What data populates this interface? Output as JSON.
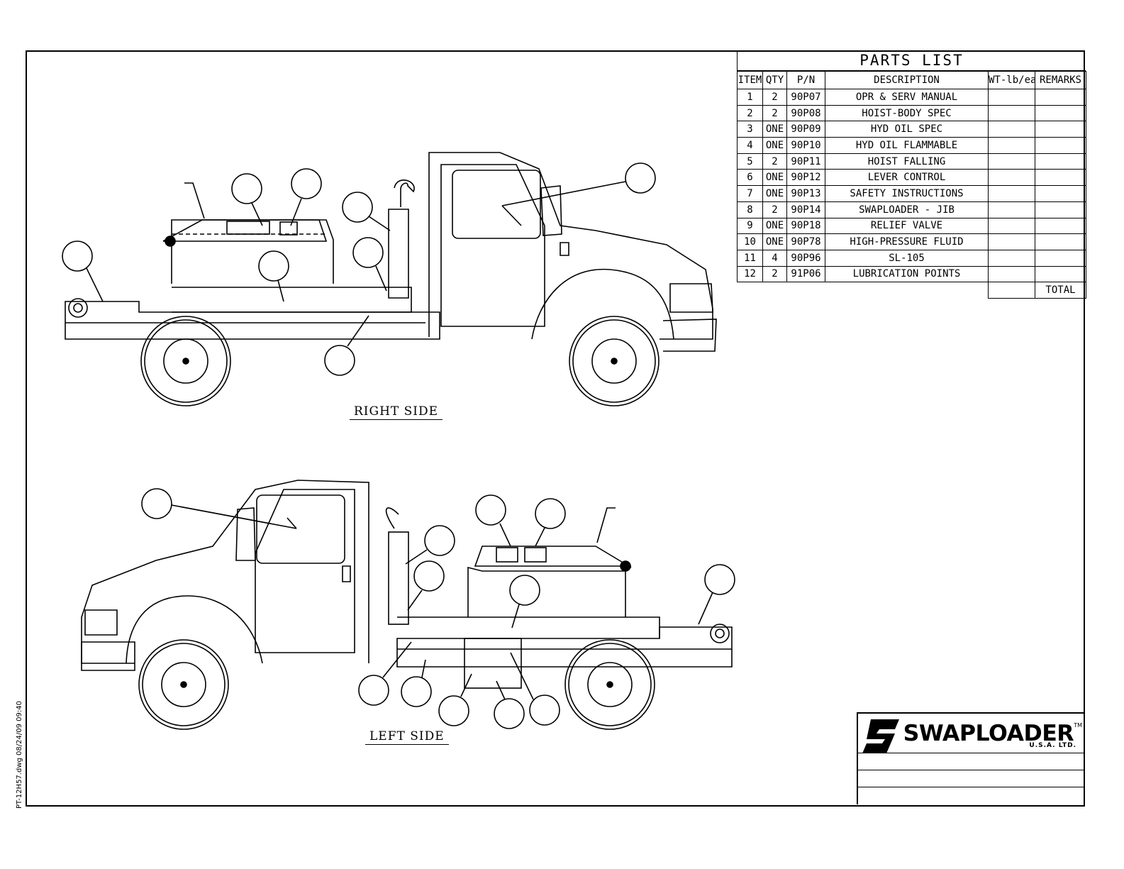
{
  "parts_list": {
    "title": "PARTS LIST",
    "headers": [
      "ITEM",
      "QTY",
      "P/N",
      "DESCRIPTION",
      "WT-lb/ea",
      "REMARKS"
    ],
    "rows": [
      [
        "1",
        "2",
        "90P07",
        "OPR & SERV MANUAL"
      ],
      [
        "2",
        "2",
        "90P08",
        "HOIST-BODY SPEC"
      ],
      [
        "3",
        "ONE",
        "90P09",
        "HYD OIL SPEC"
      ],
      [
        "4",
        "ONE",
        "90P10",
        "HYD OIL FLAMMABLE"
      ],
      [
        "5",
        "2",
        "90P11",
        "HOIST FALLING"
      ],
      [
        "6",
        "ONE",
        "90P12",
        "LEVER CONTROL"
      ],
      [
        "7",
        "ONE",
        "90P13",
        "SAFETY INSTRUCTIONS"
      ],
      [
        "8",
        "2",
        "90P14",
        "SWAPLOADER - JIB"
      ],
      [
        "9",
        "ONE",
        "90P18",
        "RELIEF VALVE"
      ],
      [
        "10",
        "ONE",
        "90P78",
        "HIGH-PRESSURE FLUID"
      ],
      [
        "11",
        "4",
        "90P96",
        "SL-105"
      ],
      [
        "12",
        "2",
        "91P06",
        "LUBRICATION POINTS"
      ]
    ],
    "total_label": "TOTAL"
  },
  "views": {
    "right_label": "RIGHT SIDE",
    "left_label": "LEFT SIDE"
  },
  "title_block": {
    "brand": "SWAPLOADER",
    "trademark": "TM",
    "sub": "U.S.A.   LTD."
  },
  "file_stamp": "PT-12H57.dwg   08/24/09  09:40"
}
